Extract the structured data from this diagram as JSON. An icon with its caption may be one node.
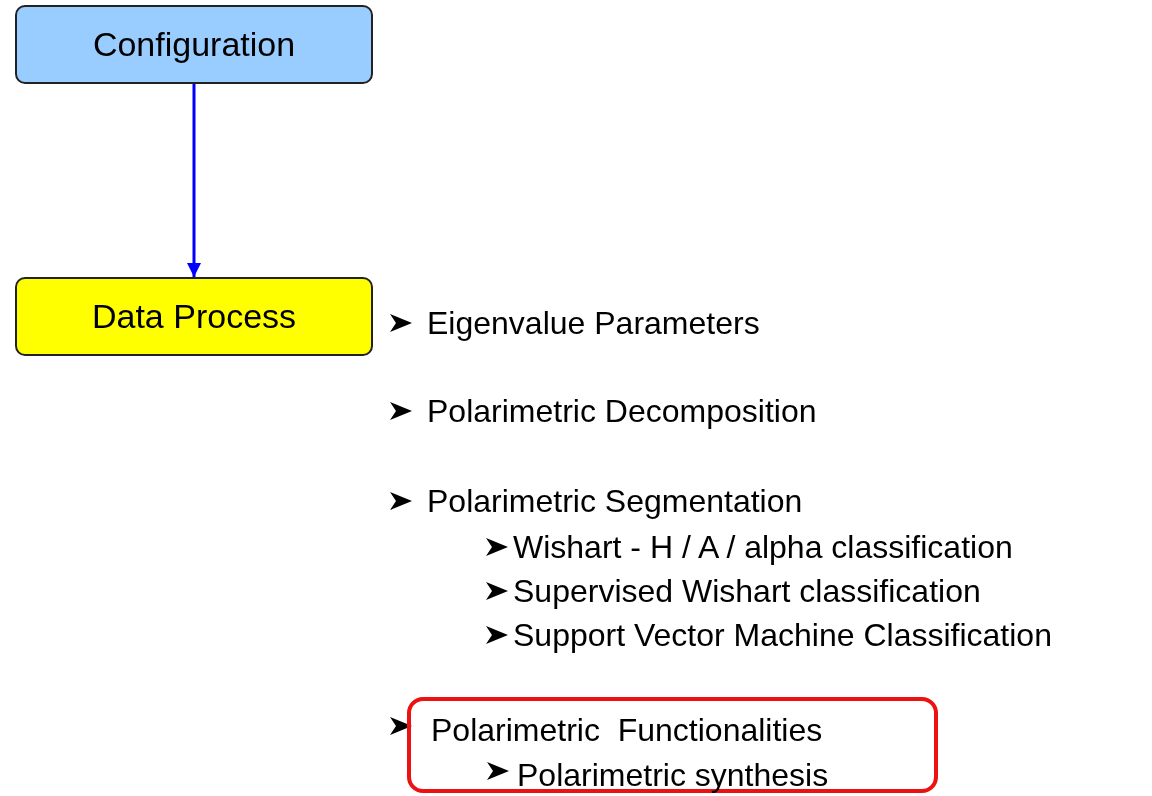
{
  "diagram": {
    "nodes": [
      {
        "text": [
          "Configuration"
        ]
      },
      {
        "text": [
          "Data Process"
        ]
      },
      {
        "text": [
          "Polarimetric  Functionalities",
          "Polarimetric synthesis"
        ]
      }
    ],
    "edges": [
      {
        "from": 0,
        "to": 1,
        "arrow": "to",
        "color": "#0000ff"
      }
    ],
    "labels": [
      "Eigenvalue Parameters",
      "Polarimetric Decomposition",
      "Polarimetric Segmentation",
      "Wishart - H / A / alpha classification",
      "Supervised Wishart classification",
      "Support Vector Machine Classification"
    ]
  }
}
